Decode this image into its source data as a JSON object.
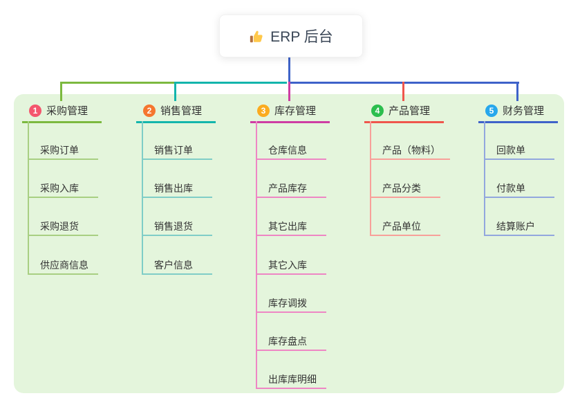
{
  "root": {
    "label": "ERP 后台",
    "icon": "thumbs-up-icon"
  },
  "colors": {
    "panel_bg": "#E4F5DC",
    "root_line": "#3F63C8",
    "card_bg": "#FFFFFF",
    "root_text": "#3A4656",
    "node_text": "#333333"
  },
  "branches": [
    {
      "number": "1",
      "label": "采购管理",
      "badge_color": "#F4566D",
      "main_color": "#7CB93F",
      "light_color": "#A8CF82",
      "items": [
        "采购订单",
        "采购入库",
        "采购退货",
        "供应商信息"
      ]
    },
    {
      "number": "2",
      "label": "销售管理",
      "badge_color": "#F5762F",
      "main_color": "#13B5AC",
      "light_color": "#7FCDC7",
      "items": [
        "销售订单",
        "销售出库",
        "销售退货",
        "客户信息"
      ]
    },
    {
      "number": "3",
      "label": "库存管理",
      "badge_color": "#FBAB1F",
      "main_color": "#CE3DA3",
      "light_color": "#EE86C4",
      "items": [
        "仓库信息",
        "产品库存",
        "其它出库",
        "其它入库",
        "库存调拨",
        "库存盘点",
        "出库库明细"
      ]
    },
    {
      "number": "4",
      "label": "产品管理",
      "badge_color": "#2CBE4E",
      "main_color": "#EF564C",
      "light_color": "#F8A09A",
      "items": [
        "产品（物料）",
        "产品分类",
        "产品单位"
      ]
    },
    {
      "number": "5",
      "label": "财务管理",
      "badge_color": "#27A7EC",
      "main_color": "#3E62C9",
      "light_color": "#92A7DE",
      "items": [
        "回款单",
        "付款单",
        "结算账户"
      ]
    }
  ]
}
